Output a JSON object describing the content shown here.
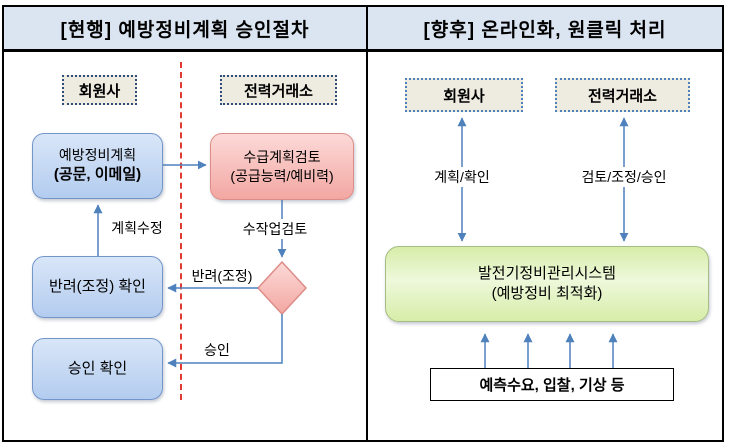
{
  "colors": {
    "table_border": "#000000",
    "header_bg": "#dbe5f1",
    "arrow_blue": "#4f81bd",
    "divider_red": "#e03b32",
    "beige_fill": "#eeece1",
    "dotted_border_left": "#2e4d7b",
    "dotted_border_right": "#4f81bd",
    "blue_top": "#d9e6f8",
    "blue_bottom": "#b3ccef",
    "blue_border": "#7396c9",
    "pink_top": "#fcdad8",
    "pink_bottom": "#f3a7a2",
    "pink_border": "#dd8d88",
    "green_top": "#d7eda8",
    "green_mid": "#eef8db",
    "green_bottom": "#d7eda8",
    "green_border": "#a6bd85"
  },
  "left": {
    "title": "[현행] 예방정비계획 승인절차",
    "actor_member": "회원사",
    "actor_kpx": "전력거래소",
    "plan_box": {
      "line1": "예방정비계획",
      "line2": "(공문, 이메일)"
    },
    "review_box": {
      "line1": "수급계획검토",
      "line2": "(공급능력/예비력)"
    },
    "reject_box": "반려(조정) 확인",
    "approve_box": "승인 확인",
    "label_revise": "계획수정",
    "label_manual": "수작업검토",
    "label_reject": "반려(조정)",
    "label_approve": "승인"
  },
  "right": {
    "title": "[향후] 온라인화, 원클릭 처리",
    "actor_member": "회원사",
    "actor_kpx": "전력거래소",
    "label_member_flow": "계획/확인",
    "label_kpx_flow": "검토/조정/승인",
    "system_box": {
      "line1": "발전기정비관리시스템",
      "line2": "(예방정비 최적화)"
    },
    "inputs_box": "예측수요, 입찰, 기상 등"
  }
}
